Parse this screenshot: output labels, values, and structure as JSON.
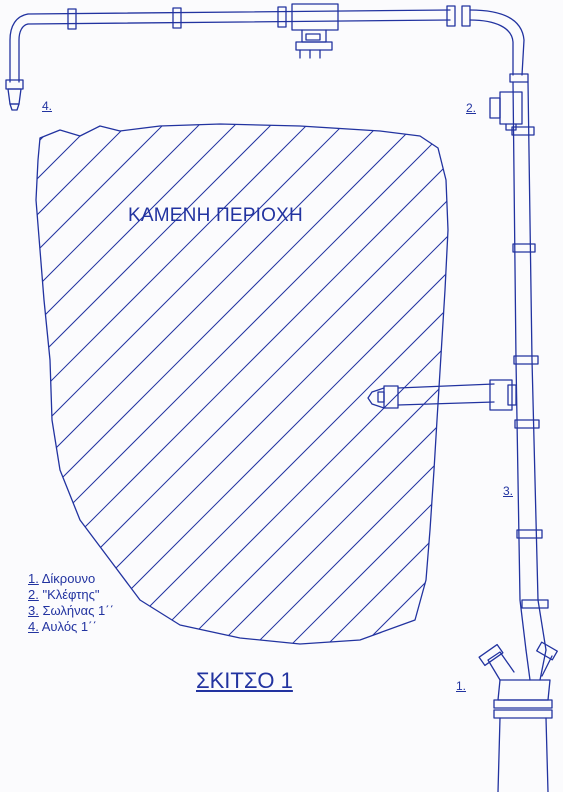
{
  "area_label": "ΚΑΜΕΝΗ ΠΕΡΙΟΧΗ",
  "sketch_title": "ΣΚΙΤΣΟ 1",
  "callouts": {
    "c1": "1.",
    "c2": "2.",
    "c3": "3.",
    "c4": "4."
  },
  "legend": [
    {
      "num": "1.",
      "text": " Δίκρουνο"
    },
    {
      "num": "2.",
      "text": " \"Κλέφτης\""
    },
    {
      "num": "3.",
      "text": " Σωλήνας 1΄΄"
    },
    {
      "num": "4.",
      "text": " Αυλός 1΄΄"
    }
  ],
  "colors": {
    "ink": "#2233a0",
    "paper": "#fbfbfd"
  }
}
